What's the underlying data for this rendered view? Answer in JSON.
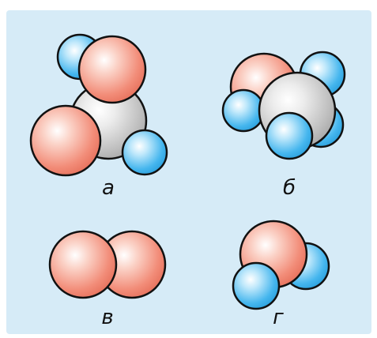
{
  "colors": {
    "background": "#d6ebf7",
    "oxygen": "#f28c78",
    "hydrogen": "#45b6ee",
    "carbon": "#bdbdbd",
    "outline": "#111111"
  },
  "molecules": [
    {
      "label": "а",
      "atoms": [
        "hydrogen",
        "oxygen",
        "carbon",
        "oxygen",
        "hydrogen"
      ]
    },
    {
      "label": "б",
      "atoms": [
        "oxygen",
        "hydrogen",
        "carbon",
        "hydrogen",
        "hydrogen",
        "hydrogen"
      ]
    },
    {
      "label": "в",
      "atoms": [
        "oxygen",
        "oxygen"
      ]
    },
    {
      "label": "г",
      "atoms": [
        "hydrogen",
        "oxygen",
        "hydrogen"
      ]
    }
  ]
}
